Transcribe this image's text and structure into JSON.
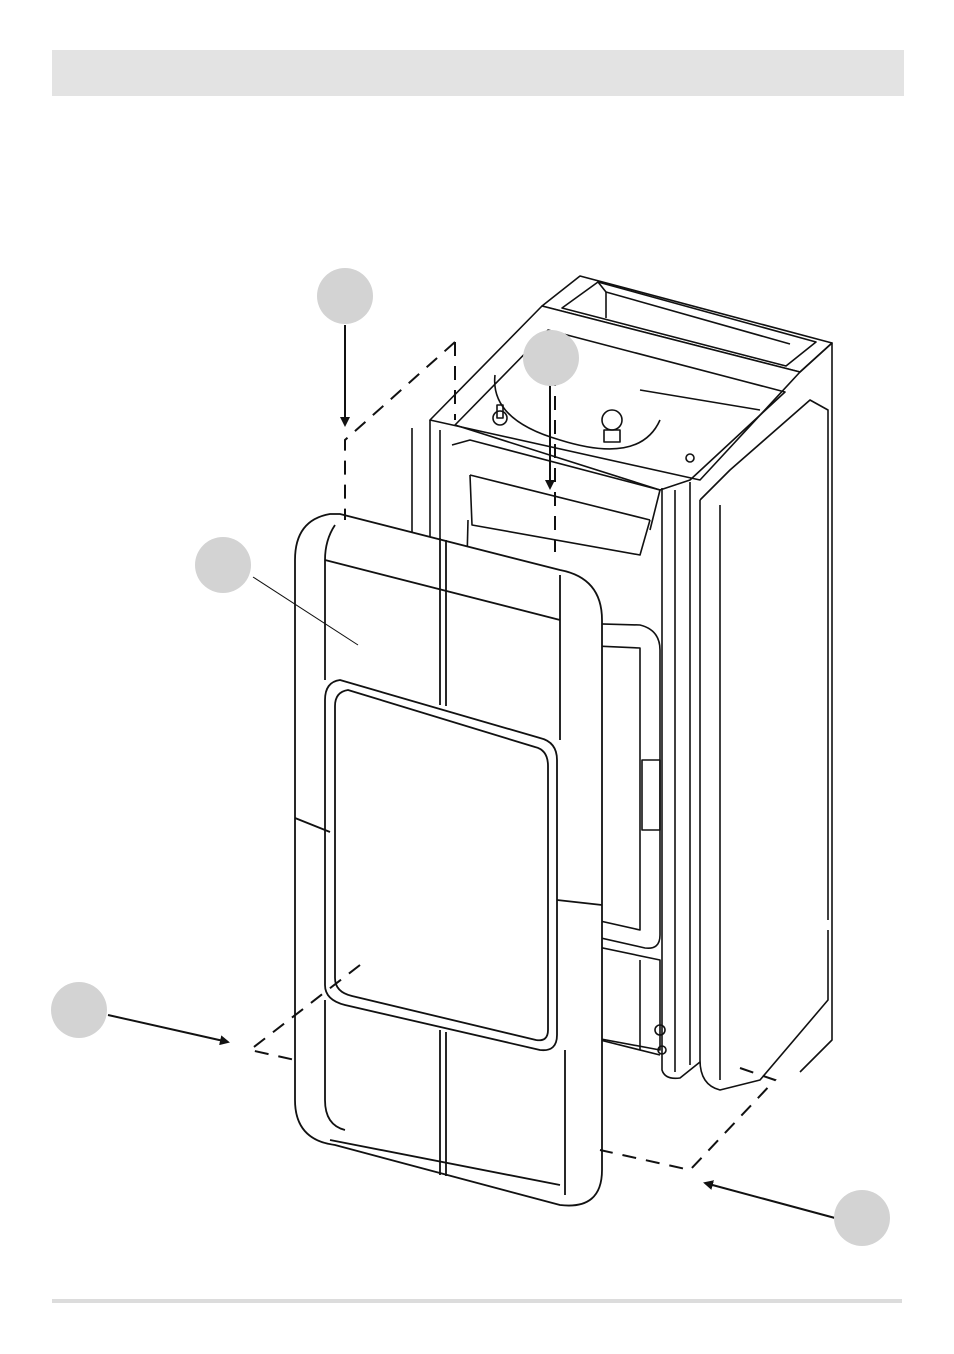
{
  "header": {
    "title": ""
  },
  "diagram": {
    "callouts": [
      {
        "id": "top-arrow-callout",
        "label": ""
      },
      {
        "id": "center-arrow-callout",
        "label": ""
      },
      {
        "id": "front-panel-callout",
        "label": ""
      },
      {
        "id": "left-arrow-callout",
        "label": ""
      },
      {
        "id": "right-arrow-callout",
        "label": ""
      }
    ],
    "colors": {
      "line": "#111111",
      "callout_fill": "#d3d3d3",
      "header_fill": "#e3e3e3",
      "footer_rule": "#dcdcdc"
    }
  }
}
